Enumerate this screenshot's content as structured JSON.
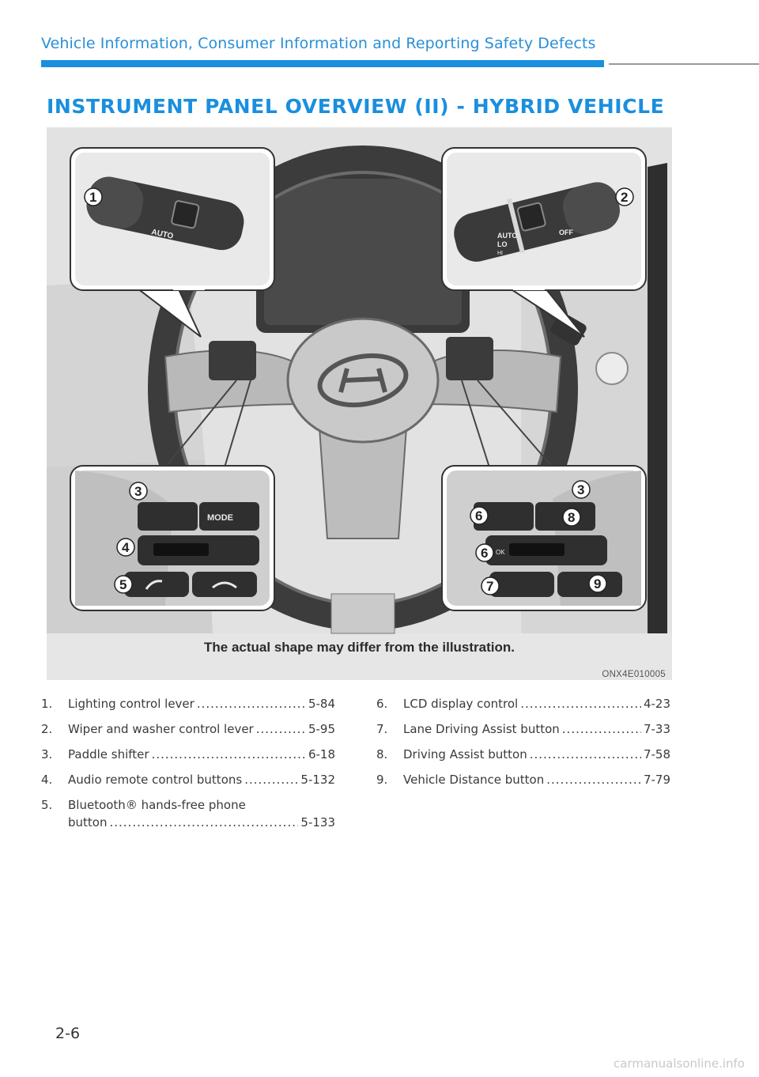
{
  "header": {
    "title": "Vehicle Information, Consumer Information and Reporting Safety Defects"
  },
  "section_title": "INSTRUMENT PANEL OVERVIEW (II) - HYBRID VEHICLE",
  "figure": {
    "caption": "The actual shape may differ from the illustration.",
    "code": "ONX4E010005",
    "callouts": [
      "1",
      "2",
      "3",
      "4",
      "5",
      "6",
      "7",
      "8",
      "9"
    ],
    "lever_labels": {
      "auto_left": "AUTO",
      "auto_right": "AUTO",
      "off": "OFF",
      "lo": "LO",
      "hi": "HI",
      "mode": "MODE",
      "ok": "OK"
    }
  },
  "items_left": [
    {
      "num": "1.",
      "label": "Lighting control lever",
      "page": "5-84"
    },
    {
      "num": "2.",
      "label": "Wiper and washer control lever",
      "page": "5-95"
    },
    {
      "num": "3.",
      "label": "Paddle shifter",
      "page": "6-18"
    },
    {
      "num": "4.",
      "label": "Audio remote control buttons",
      "page": "5-132"
    },
    {
      "num": "5.",
      "label": "Bluetooth® hands-free phone",
      "label_cont": "button",
      "page": "5-133"
    }
  ],
  "items_right": [
    {
      "num": "6.",
      "label": "LCD display control",
      "page": "4-23"
    },
    {
      "num": "7.",
      "label": "Lane Driving Assist button",
      "page": "7-33"
    },
    {
      "num": "8.",
      "label": "Driving Assist button",
      "page": "7-58"
    },
    {
      "num": "9.",
      "label": "Vehicle Distance button",
      "page": "7-79"
    }
  ],
  "page_number": "2-6",
  "watermark": "carmanualsonline.info",
  "colors": {
    "accent": "#1a8fde",
    "figure_bg": "#e6e6e6"
  }
}
